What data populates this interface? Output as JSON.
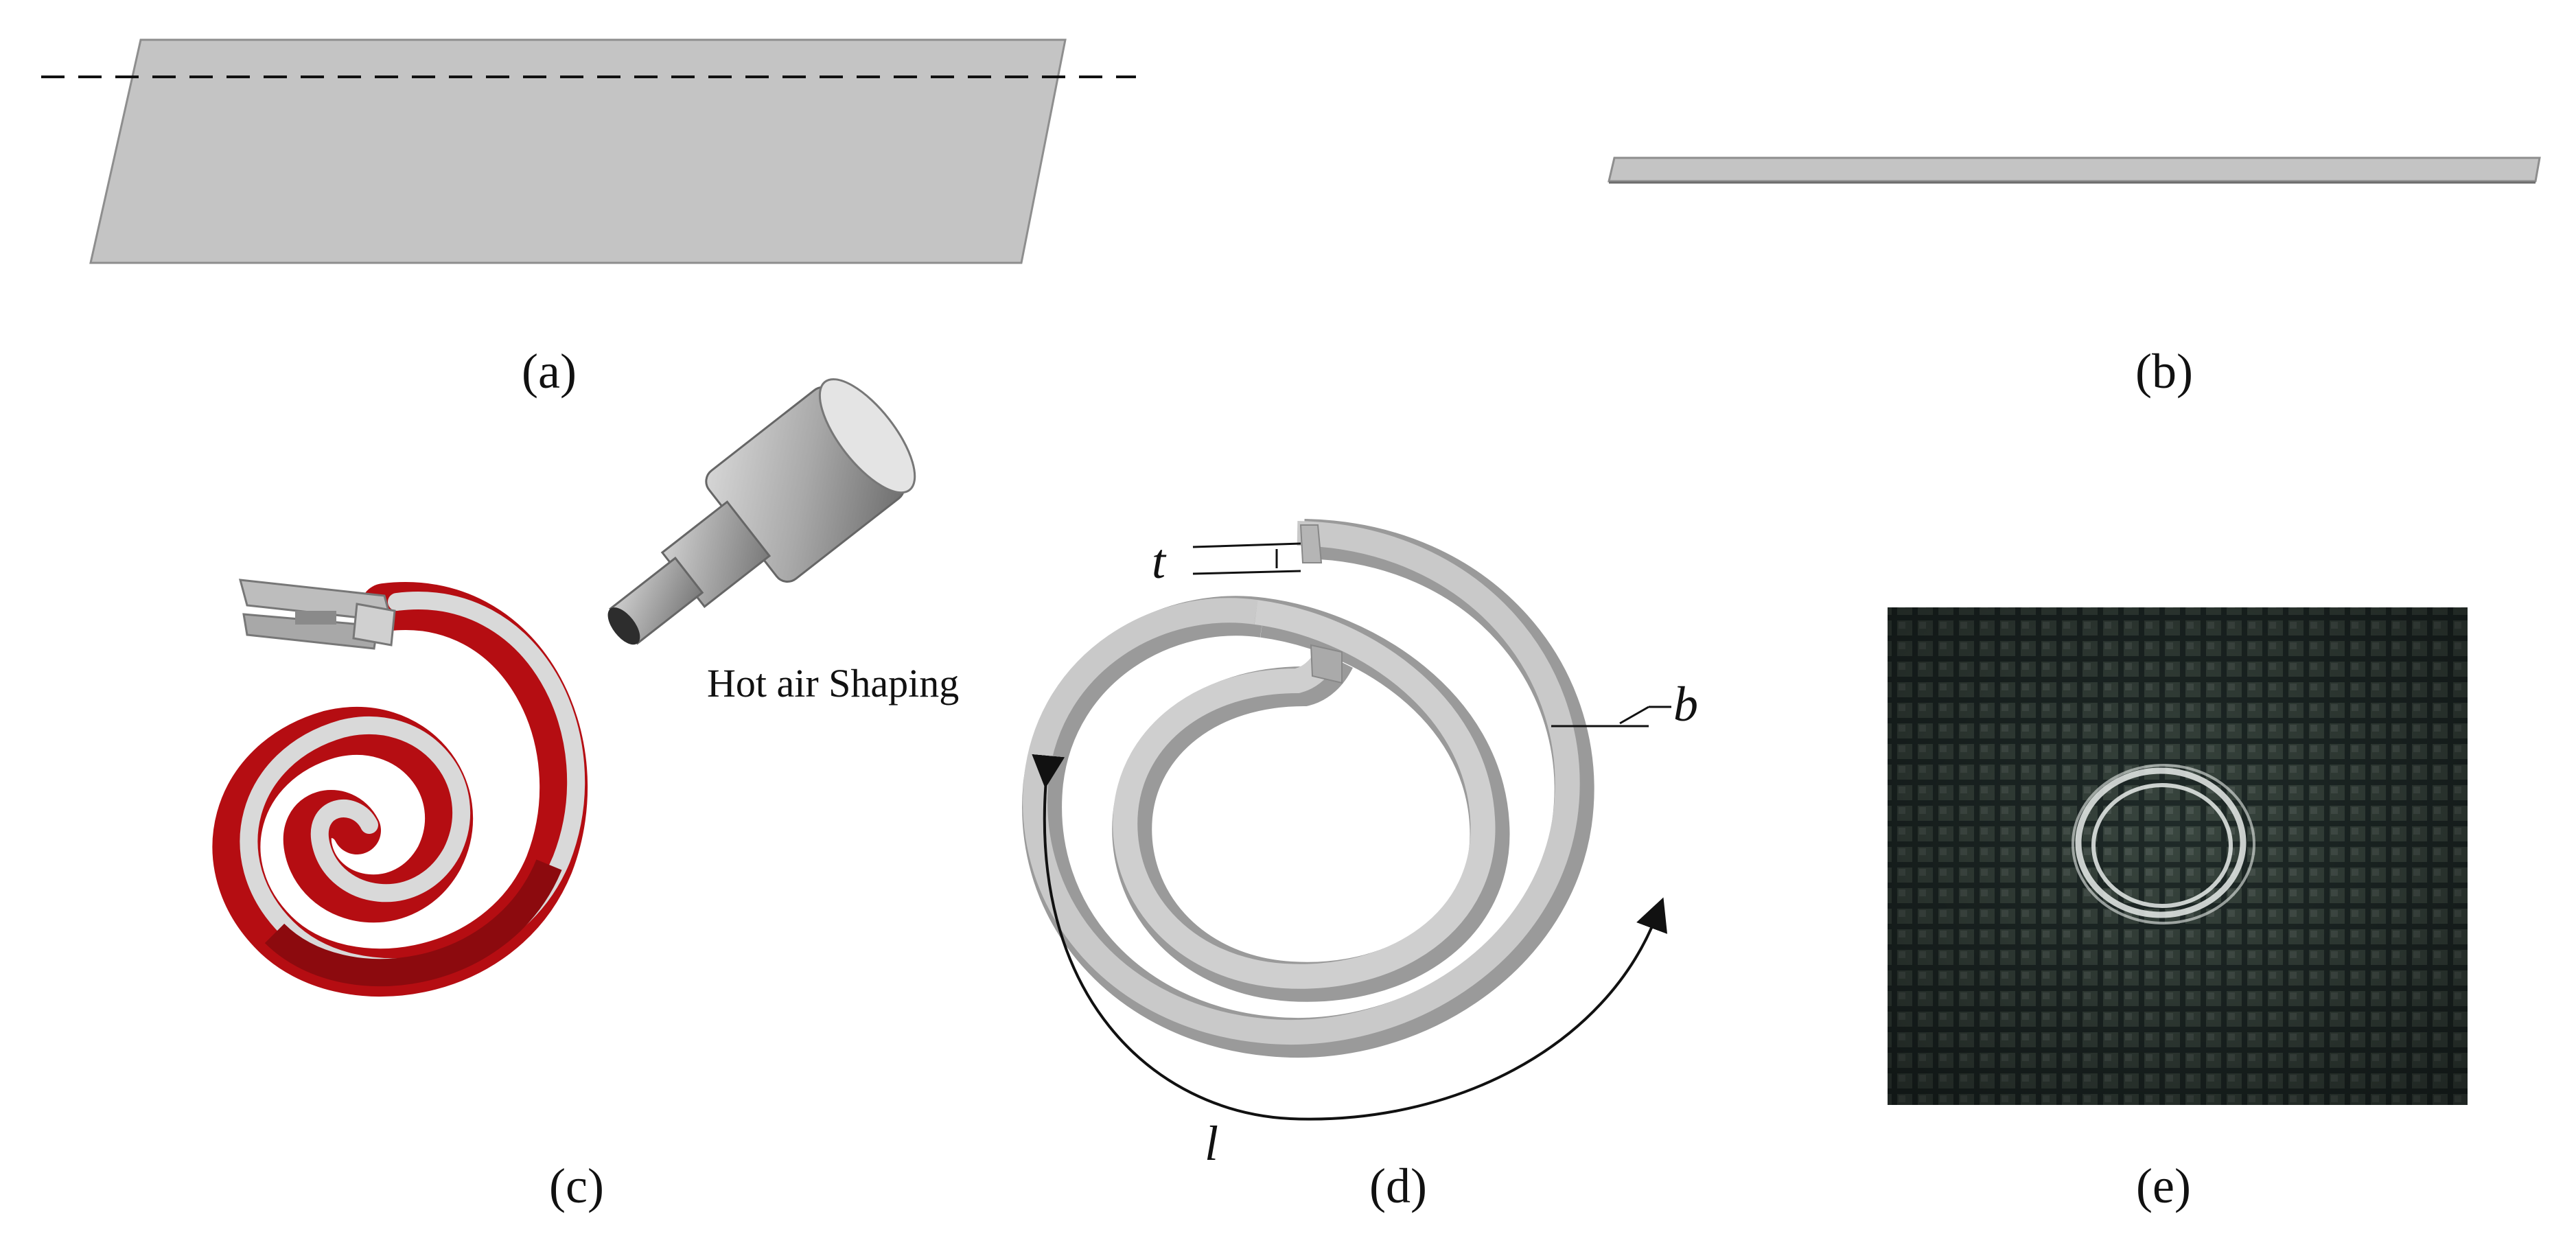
{
  "panels": {
    "a": {
      "label": "(a)"
    },
    "b": {
      "label": "(b)"
    },
    "c": {
      "label": "(c)",
      "annotation": "Hot air Shaping"
    },
    "d": {
      "label": "(d)",
      "dims": {
        "t": "t",
        "b": "b",
        "l": "l"
      }
    },
    "e": {
      "label": "(e)"
    }
  },
  "colors": {
    "sheet": "#c4c4c4",
    "sheet_edge": "#8e8e8e",
    "spring_red": "#b50d12",
    "spring_red_dark": "#8c0a0e",
    "strip_gray": "#c9c9c9",
    "strip_gray_dark": "#9a9a9a",
    "photo_bg": "#263230",
    "ink": "#111111"
  },
  "icons": [
    "heat-gun-icon",
    "clothespin-clip-icon"
  ]
}
